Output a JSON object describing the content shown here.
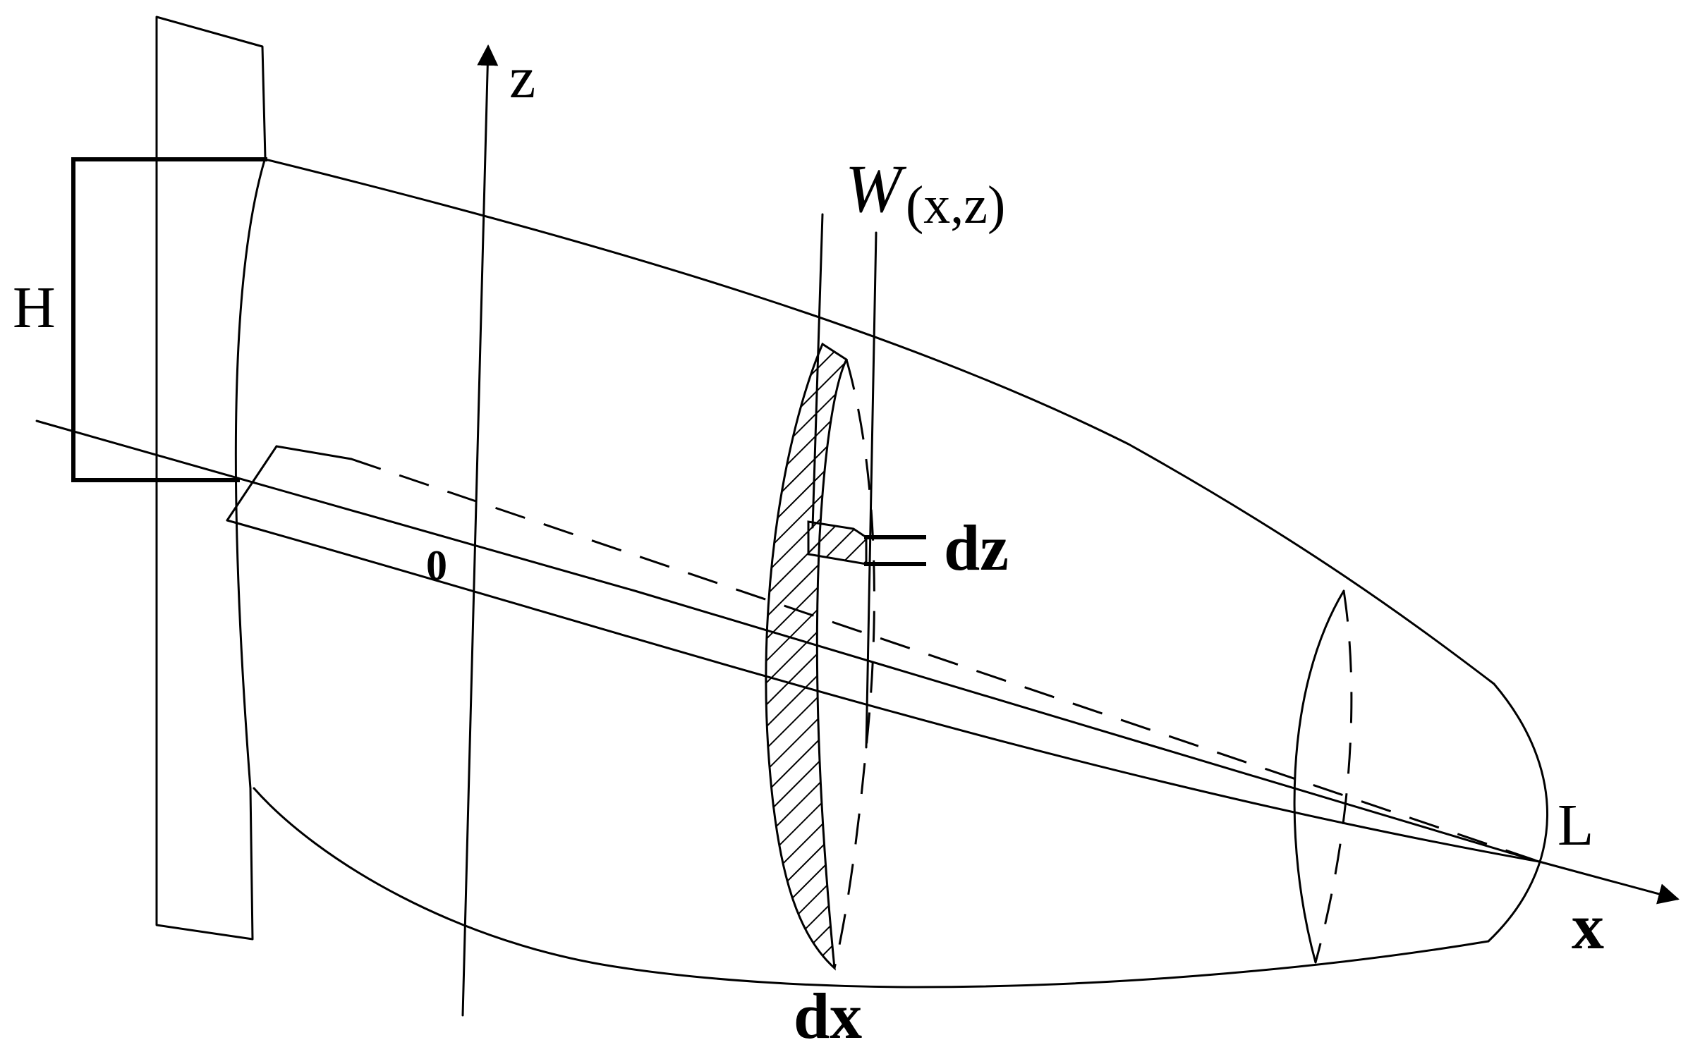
{
  "labels": {
    "z_axis": "z",
    "x_axis": "x",
    "height": "H",
    "length": "L",
    "origin": "0",
    "deflection_symbol": "W",
    "deflection_args": "(x,z)",
    "strip_width": "dx",
    "element_height": "dz"
  }
}
